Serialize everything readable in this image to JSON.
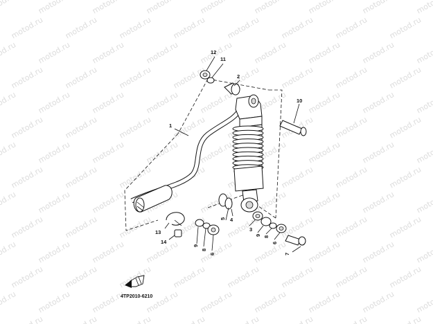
{
  "watermark": {
    "text": "motod.ru"
  },
  "diagram": {
    "callouts": [
      {
        "id": "1",
        "label": "1"
      },
      {
        "id": "2",
        "label": "2"
      },
      {
        "id": "3",
        "label": "3"
      },
      {
        "id": "4",
        "label": "4"
      },
      {
        "id": "5",
        "label": "5"
      },
      {
        "id": "6a",
        "label": "6"
      },
      {
        "id": "6b",
        "label": "6"
      },
      {
        "id": "7",
        "label": "7"
      },
      {
        "id": "8a",
        "label": "8"
      },
      {
        "id": "8b",
        "label": "8"
      },
      {
        "id": "9a",
        "label": "9"
      },
      {
        "id": "9b",
        "label": "9"
      },
      {
        "id": "10",
        "label": "10"
      },
      {
        "id": "11",
        "label": "11"
      },
      {
        "id": "12",
        "label": "12"
      },
      {
        "id": "13",
        "label": "13"
      },
      {
        "id": "14",
        "label": "14"
      }
    ],
    "drawing_code": "4TP2010-6210",
    "front_icon": "front-arrow-icon"
  }
}
